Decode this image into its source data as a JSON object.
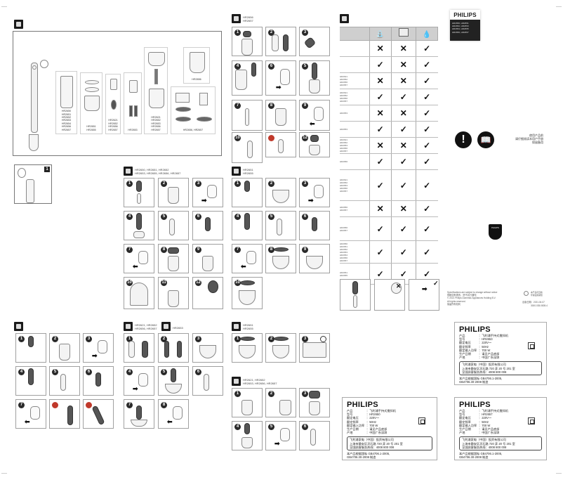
{
  "brand": {
    "logo": "PHILIPS",
    "models_block": "HR2650, HR2651\nHR2652, HR2653\nHR2654, HR2655\nHR2656, HR2657",
    "accent_dark": "#1a1a1a"
  },
  "overview": {
    "section_icon": "box-contents-icon",
    "items": [
      {
        "label": "",
        "kind": "hand-blender-motor"
      },
      {
        "label": "HR2650\nHR2651\nHR2652\nHR2653\nHR2654\nHR2656\nHR2657",
        "kind": "beaker-with-lid"
      },
      {
        "label": "HR2651\nHR2655",
        "kind": "soup-pot-lids"
      },
      {
        "label": "HR2621\nHR2652\nHR2656\nHR2657",
        "kind": "whisk"
      },
      {
        "label": "HR2653",
        "kind": "mixer-beaters"
      },
      {
        "label": "HR2621\nHR2652\nHR2653\nHR2656\nHR2657",
        "kind": "chopper"
      },
      {
        "label": "HR2656",
        "kind": "bowl"
      },
      {
        "label": "HR2656, HR2657",
        "kind": "food-processor-discs"
      }
    ]
  },
  "assembly_detail": {
    "badge": "1"
  },
  "chopper_steps": {
    "header": "HR2656\nHR2657",
    "steps": [
      "1",
      "2",
      "3",
      "4",
      "6",
      "5",
      "7",
      "8",
      "9",
      "10",
      "11",
      "12"
    ]
  },
  "cleaning_table": {
    "section_icon": "water-drop-icon",
    "columns": [
      "",
      "faucet-icon",
      "dishwasher-icon",
      "water-drop-icon"
    ],
    "rows": [
      {
        "label": "",
        "item": "motor-unit",
        "values": [
          "✕",
          "✕",
          "✓"
        ]
      },
      {
        "label": "",
        "item": "blending-shaft",
        "values": [
          "✓",
          "✕",
          "✓"
        ]
      },
      {
        "label": "HR2621\nHR2652\nHR2656\nHR2657",
        "item": "whisk-coupler",
        "values": [
          "✕",
          "✕",
          "✓"
        ]
      },
      {
        "label": "HR2621\nHR2652\nHR2656\nHR2657",
        "item": "whisk",
        "values": [
          "✓",
          "✓",
          "✓"
        ]
      },
      {
        "label": "HR2653",
        "item": "beater-coupler",
        "values": [
          "✕",
          "✕",
          "✓"
        ]
      },
      {
        "label": "HR2653",
        "item": "beaters",
        "values": [
          "✓",
          "✓",
          "✓"
        ]
      },
      {
        "label": "HR2621\nHR2652\nHR2653\nHR2656\nHR2657",
        "item": "chopper-lid",
        "values": [
          "✕",
          "✕",
          "✓"
        ]
      },
      {
        "label": "HR2656",
        "item": "bowl",
        "values": [
          "✓",
          "✓",
          "✓"
        ]
      },
      {
        "label": "HR2621\nHR2652\nHR2653\nHR2656\nHR2657",
        "item": "chopper-bowl-blade",
        "values": [
          "✓",
          "✓",
          "✓"
        ]
      },
      {
        "label": "HR2656\nHR2657",
        "item": "processor-coupler",
        "values": [
          "✕",
          "✕",
          "✓"
        ]
      },
      {
        "label": "HR2656\nHR2657",
        "item": "processor-discs",
        "values": [
          "✓",
          "✓",
          "✓"
        ]
      },
      {
        "label": "HR2650\nHR2651\nHR2652\nHR2653\nHR2654\nHR2656\nHR2657",
        "item": "beaker",
        "values": [
          "✓",
          "✓",
          "✓"
        ]
      },
      {
        "label": "HR2651\nHR2655",
        "item": "soup-pot",
        "values": [
          "✓",
          "✓",
          "✓"
        ]
      }
    ]
  },
  "safety": {
    "warning_glyph": "!",
    "cn_notice": "使用产品前\n请仔细阅读本用户手册\n保留备用"
  },
  "shield_logo": "PHILIPS",
  "legal": {
    "left": "Specifications are subject to change without notice\n规格如有更改，恕不另行通知\n© 2021 Philips Domestic Appliances Holding B.V.\nAll rights reserved.\n保留所有权利",
    "recycle": "本产品可回收\n环保使用期限",
    "date": "出版日期：2021.04.07",
    "doc_number": "3000.035.0805.4"
  },
  "shake_bottle_steps": {
    "header": "HR2650, HR2651, HR2652\nHR2653, HR2655, HR2656, HR2657",
    "steps": [
      "1",
      "2",
      "3",
      "4",
      "5",
      "6",
      "7",
      "8",
      "9",
      "10",
      "11",
      "12"
    ]
  },
  "soup_steps": {
    "header": "HR2651\nHR2655",
    "steps": [
      "1",
      "2",
      "3",
      "4",
      "5",
      "6",
      "7",
      "8",
      "9",
      "10"
    ]
  },
  "blender_steps": {
    "steps": [
      "1",
      "2",
      "3",
      "4",
      "5",
      "6",
      "7",
      "8",
      "9"
    ]
  },
  "whisk_steps": {
    "header_a": "HR2621, HR2652\nHR2656, HR2657",
    "header_b": "HR2653",
    "steps": [
      "1",
      "2",
      "3",
      "4",
      "5",
      "6",
      "7",
      "8"
    ]
  },
  "soup_microwave_steps": {
    "header": "HR2651\nHR2655",
    "steps": [
      "1",
      "2",
      "3"
    ]
  },
  "chopper_small_steps": {
    "header": "HR2621, HR2652\nHR2653, HR2656, HR2657",
    "steps": [
      "1",
      "2",
      "3",
      "4",
      "5",
      "6"
    ]
  },
  "rating_labels": [
    {
      "logo": "PHILIPS",
      "fields": [
        {
          "k": "产品",
          "v": "：飞利浦手持式搅拌机"
        },
        {
          "k": "型号",
          "v": "：HR2650"
        },
        {
          "k": "额定电压",
          "v": "：220V～"
        },
        {
          "k": "额定频率",
          "v": "：50Hz"
        },
        {
          "k": "额定输入功率",
          "v": "：700 W"
        },
        {
          "k": "生产日期",
          "v": "：请见产品底部"
        },
        {
          "k": "产地",
          "v": "：中国广东深圳"
        }
      ],
      "address": "飞利浦家电（中国）投资有限公司\n上海市静安区灵石路 720 弄 20 号 201 室\n全国顾客服务热线：4008 800 008",
      "standard": "本产品根据国标 GB4706.1-2005,\nGB4706.30-2008 制造"
    },
    {
      "logo": "PHILIPS",
      "fields": [
        {
          "k": "产品",
          "v": "：飞利浦手持式搅拌机"
        },
        {
          "k": "型号",
          "v": "：HR2653"
        },
        {
          "k": "额定电压",
          "v": "：220V～"
        },
        {
          "k": "额定频率",
          "v": "：50Hz"
        },
        {
          "k": "额定输入功率",
          "v": "：700 W"
        },
        {
          "k": "生产日期",
          "v": "：请见产品底部"
        },
        {
          "k": "产地",
          "v": "：中国广东深圳"
        }
      ],
      "address": "飞利浦家电（中国）投资有限公司\n上海市静安区灵石路 720 弄 20 号 201 室\n全国顾客服务热线：4008 800 008",
      "standard": "本产品根据国标 GB4706.1-2005,\nGB4706.30-2008 制造"
    },
    {
      "logo": "PHILIPS",
      "fields": [
        {
          "k": "产品",
          "v": "：飞利浦手持式搅拌机"
        },
        {
          "k": "型号",
          "v": "：HR2657"
        },
        {
          "k": "额定电压",
          "v": "：220V～"
        },
        {
          "k": "额定频率",
          "v": "：50Hz"
        },
        {
          "k": "额定输入功率",
          "v": "：700 W"
        },
        {
          "k": "生产日期",
          "v": "：请见产品底部"
        },
        {
          "k": "产地",
          "v": "：中国广东深圳"
        }
      ],
      "address": "飞利浦家电（中国）投资有限公司\n上海市静安区灵石路 720 弄 20 号 201 室\n全国顾客服务热线：4008 800 008",
      "standard": "本产品根据国标 GB4706.1-2005,\nGB4706.30-2008 制造"
    }
  ]
}
